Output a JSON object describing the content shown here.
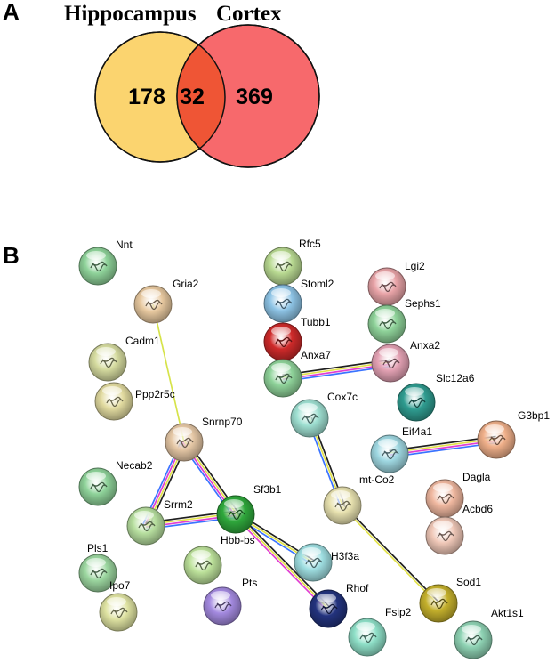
{
  "panel_a": {
    "label": "A",
    "sets": [
      {
        "name": "Hippocampus",
        "color": "#fbd46f",
        "unique": "178"
      },
      {
        "name": "Cortex",
        "color": "#f7696c",
        "unique": "369"
      }
    ],
    "overlap": {
      "value": "32",
      "color": "#ef5535"
    }
  },
  "panel_b": {
    "label": "B",
    "nodes": [
      {
        "id": "Nnt",
        "color": "#8fd39a"
      },
      {
        "id": "Gria2",
        "color": "#e8c9a0"
      },
      {
        "id": "Cadm1",
        "color": "#d6dca0"
      },
      {
        "id": "Ppp2r5c",
        "color": "#e2dba0"
      },
      {
        "id": "Snrnp70",
        "color": "#e6c8a6"
      },
      {
        "id": "Necab2",
        "color": "#8fd39a"
      },
      {
        "id": "Srrm2",
        "color": "#b8e0a0"
      },
      {
        "id": "Sf3b1",
        "color": "#2fa83c"
      },
      {
        "id": "Hbb-bs",
        "color": "#bde29b"
      },
      {
        "id": "Pls1",
        "color": "#9cd7a0"
      },
      {
        "id": "Ipo7",
        "color": "#dfe3a2"
      },
      {
        "id": "Pts",
        "color": "#a48ae0"
      },
      {
        "id": "H3f3a",
        "color": "#9fdfe2"
      },
      {
        "id": "Rhof",
        "color": "#23337e"
      },
      {
        "id": "Rfc5",
        "color": "#b9da92"
      },
      {
        "id": "Stoml2",
        "color": "#8ec4e6"
      },
      {
        "id": "Tubb1",
        "color": "#cf2a2a"
      },
      {
        "id": "Anxa7",
        "color": "#8fd39a"
      },
      {
        "id": "Lgi2",
        "color": "#e9a4a8"
      },
      {
        "id": "Sephs1",
        "color": "#8fd39a"
      },
      {
        "id": "Anxa2",
        "color": "#e4a2b4"
      },
      {
        "id": "Slc12a6",
        "color": "#2f9c90"
      },
      {
        "id": "Cox7c",
        "color": "#9fe0d2"
      },
      {
        "id": "G3bp1",
        "color": "#f0b08a"
      },
      {
        "id": "Eif4a1",
        "color": "#9fd8e2"
      },
      {
        "id": "Dagla",
        "color": "#f0b8a0"
      },
      {
        "id": "Acbd6",
        "color": "#f0c8b8"
      },
      {
        "id": "mt-Co2",
        "color": "#e8e2b0"
      },
      {
        "id": "Sod1",
        "color": "#c4b02c"
      },
      {
        "id": "Fsip2",
        "color": "#8fe0c8"
      },
      {
        "id": "Akt1s1",
        "color": "#8fd3b4"
      }
    ],
    "edges": [
      {
        "source": "Gria2",
        "target": "Snrnp70",
        "colors": [
          "#d6e34a"
        ]
      },
      {
        "source": "Snrnp70",
        "target": "Srrm2",
        "colors": [
          "#1f1f1f",
          "#e3e34a",
          "#e03fd2",
          "#3a73ff"
        ]
      },
      {
        "source": "Snrnp70",
        "target": "Sf3b1",
        "colors": [
          "#1f1f1f",
          "#e3e34a",
          "#e03fd2",
          "#3a73ff"
        ]
      },
      {
        "source": "Srrm2",
        "target": "Sf3b1",
        "colors": [
          "#1f1f1f",
          "#e3e34a",
          "#e03fd2",
          "#3a73ff"
        ]
      },
      {
        "source": "Sf3b1",
        "target": "H3f3a",
        "colors": [
          "#1f1f1f",
          "#e3e34a",
          "#3a73ff"
        ]
      },
      {
        "source": "Sf3b1",
        "target": "Rhof",
        "colors": [
          "#1f1f1f",
          "#e3e34a",
          "#e03fd2"
        ]
      },
      {
        "source": "Anxa7",
        "target": "Anxa2",
        "colors": [
          "#1f1f1f",
          "#e3e34a",
          "#e03fd2",
          "#3a73ff"
        ]
      },
      {
        "source": "Cox7c",
        "target": "mt-Co2",
        "colors": [
          "#1f1f1f",
          "#e3e34a",
          "#3a73ff"
        ]
      },
      {
        "source": "mt-Co2",
        "target": "Sod1",
        "colors": [
          "#1f1f1f",
          "#e3e34a"
        ]
      },
      {
        "source": "Eif4a1",
        "target": "G3bp1",
        "colors": [
          "#1f1f1f",
          "#e3e34a",
          "#e03fd2",
          "#3a73ff"
        ]
      }
    ]
  }
}
